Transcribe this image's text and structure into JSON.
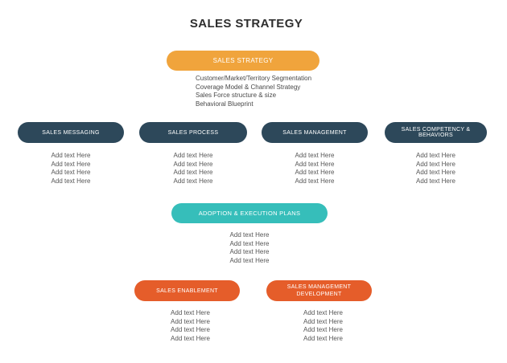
{
  "page_title": "SALES STRATEGY",
  "colors": {
    "root_pill": "#F0A43C",
    "branch_pill": "#2D485A",
    "adoption_pill": "#36BEBA",
    "program_pill": "#E55D2A",
    "title_text": "#2e2e2e",
    "body_text": "#565656"
  },
  "root": {
    "label": "SALES STRATEGY",
    "items": [
      "Customer/Market/Territory Segmentation",
      "Coverage Model & Channel Strategy",
      "Sales Force structure & size",
      "Behavioral Blueprint"
    ]
  },
  "branches": [
    {
      "label": "SALES MESSAGING",
      "items": [
        "Add text Here",
        "Add text Here",
        "Add text Here",
        "Add text Here"
      ]
    },
    {
      "label": "SALES PROCESS",
      "items": [
        "Add text Here",
        "Add text Here",
        "Add text Here",
        "Add text Here"
      ]
    },
    {
      "label": "SALES MANAGEMENT",
      "items": [
        "Add text Here",
        "Add text Here",
        "Add text Here",
        "Add text Here"
      ]
    },
    {
      "label": "SALES COMPETENCY & BEHAVIORS",
      "items": [
        "Add text Here",
        "Add text Here",
        "Add text Here",
        "Add text Here"
      ]
    }
  ],
  "adoption": {
    "label": "ADOPTION & EXECUTION PLANS",
    "items": [
      "Add text Here",
      "Add text Here",
      "Add text Here",
      "Add text Here"
    ]
  },
  "programs": [
    {
      "label": "SALES ENABLEMENT",
      "items": [
        "Add text Here",
        "Add text Here",
        "Add text Here",
        "Add text Here"
      ]
    },
    {
      "label": "SALES MANAGEMENT DEVELOPMENT",
      "items": [
        "Add text Here",
        "Add text Here",
        "Add text Here",
        "Add text Here"
      ]
    }
  ]
}
